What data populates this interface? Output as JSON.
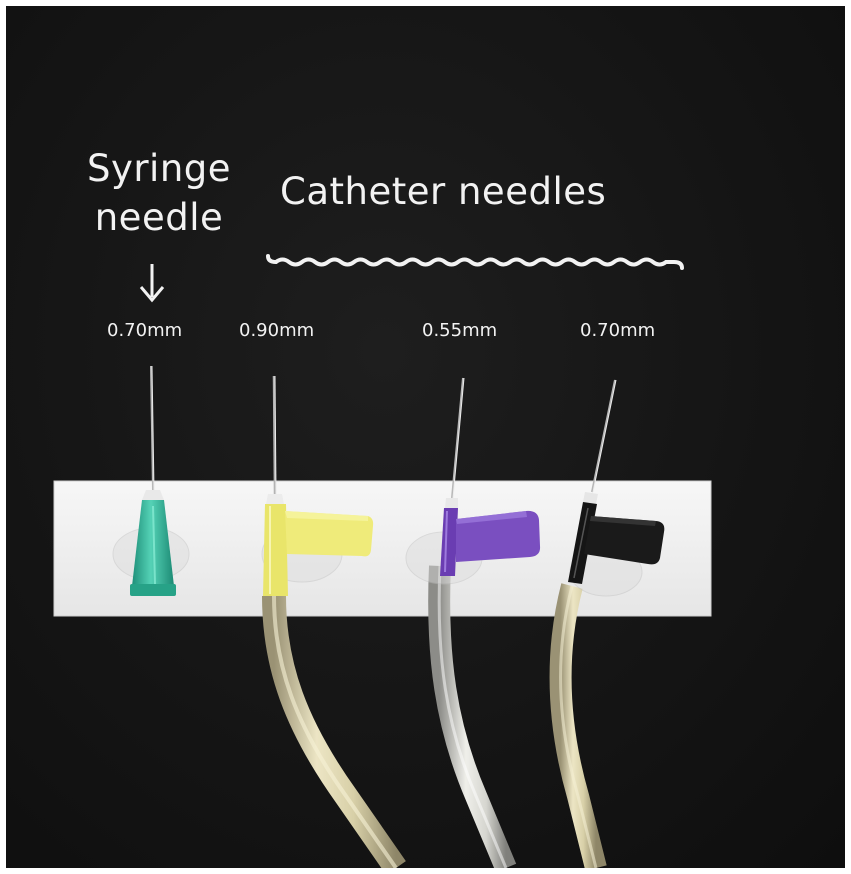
{
  "labels": {
    "syringe_line1": "Syringe",
    "syringe_line2": "needle",
    "catheter": "Catheter needles"
  },
  "gauges": [
    {
      "size": "0.70mm",
      "type": "syringe",
      "hub_color": "#2fb59a"
    },
    {
      "size": "0.90mm",
      "type": "catheter",
      "hub_color": "#e9e56a"
    },
    {
      "size": "0.55mm",
      "type": "catheter",
      "hub_color": "#7a4fc0"
    },
    {
      "size": "0.70mm",
      "type": "catheter",
      "hub_color": "#1a1a1a"
    }
  ],
  "colors": {
    "background": "#161616",
    "text": "#f2f2f2",
    "mount_card": "#f4f4f4",
    "tubing": "#d9d2ad"
  },
  "icons": {
    "pointer": "down-arrow-icon",
    "grouping": "wavy-brace-icon"
  }
}
